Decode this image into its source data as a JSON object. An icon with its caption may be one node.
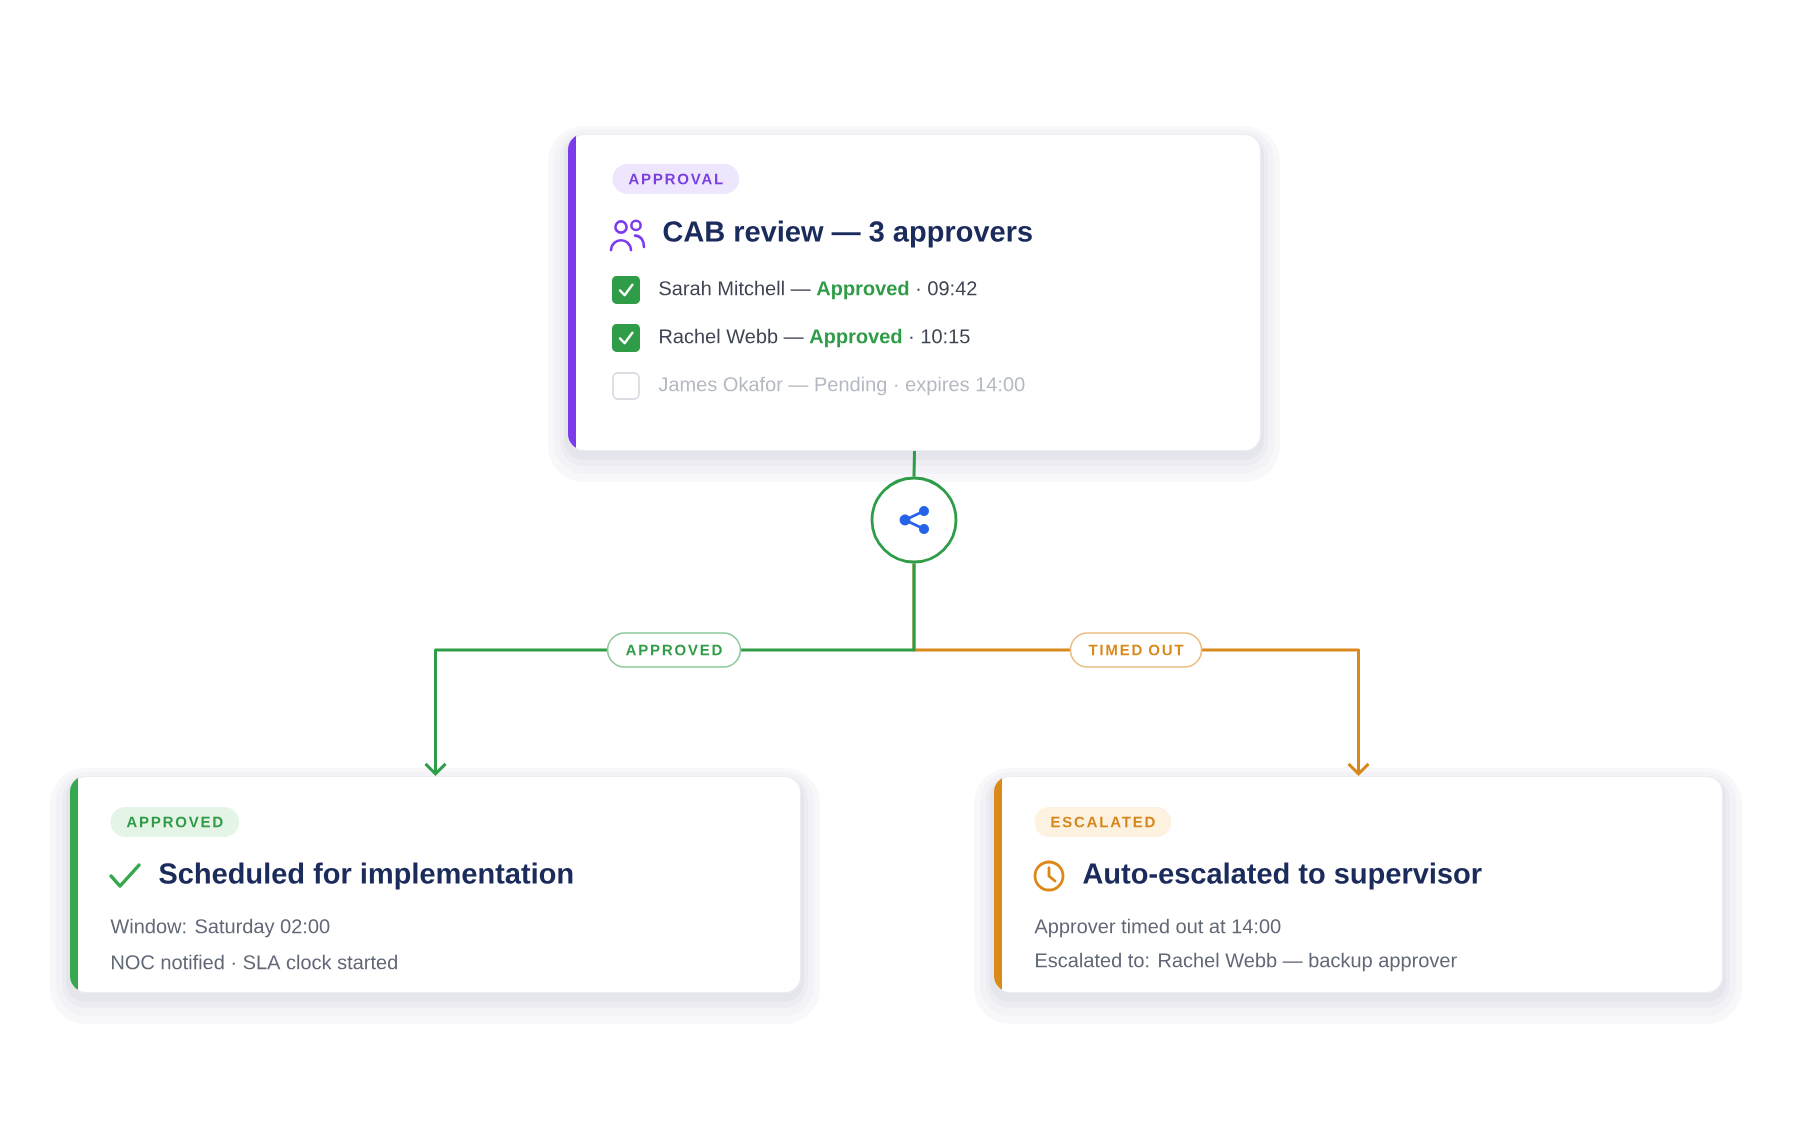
{
  "diagram": {
    "nodes": [
      {
        "text": [
          "APPROVAL",
          "CAB review — 3 approvers",
          "Sarah Mitchell — **Approved** · 09:42",
          "Rachel Webb — **Approved** · 10:15",
          "James Okafor — Pending · expires 14:00"
        ]
      },
      {
        "text": [],
        "shape": "circle"
      },
      {
        "text": [
          "APPROVED",
          "Scheduled for implementation",
          "Window: Saturday 02:00",
          "NOC notified · SLA clock started"
        ]
      },
      {
        "text": [
          "ESCALATED",
          "Auto-escalated to supervisor",
          "Approver timed out at 14:00",
          "Escalated to: Rachel Webb — backup approver"
        ]
      }
    ],
    "edges": [
      {
        "from": 0,
        "to": 1,
        "arrow": "none"
      },
      {
        "from": 1,
        "to": 2,
        "arrow": "to",
        "label": "APPROVED"
      },
      {
        "from": 1,
        "to": 3,
        "arrow": "to",
        "label": "TIMED OUT",
        "color": "#d9891c"
      }
    ]
  }
}
